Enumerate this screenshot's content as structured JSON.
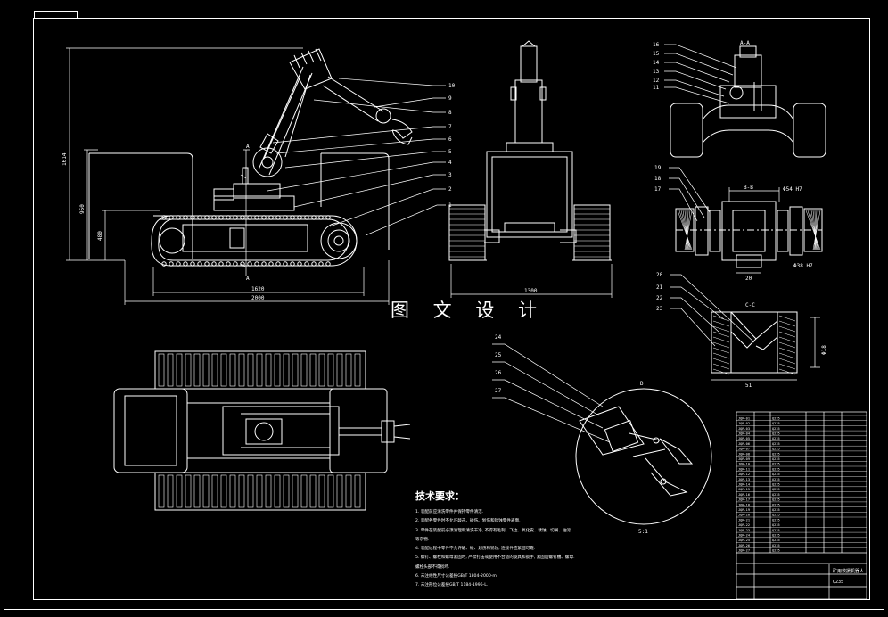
{
  "title_overlay": "图 文 设 计",
  "part_numbers": [
    "1",
    "2",
    "3",
    "4",
    "5",
    "6",
    "7",
    "8",
    "9",
    "10",
    "11",
    "12",
    "13",
    "14",
    "15",
    "16",
    "17",
    "18",
    "19",
    "20",
    "21",
    "22",
    "23",
    "24",
    "25",
    "26",
    "27"
  ],
  "section_labels": {
    "a": "A",
    "a_a": "A-A",
    "b_b": "B-B",
    "c_c": "C-C",
    "d": "D"
  },
  "dimensions": {
    "height_total": "1614",
    "height_mid": "950",
    "height_low": "480",
    "track_length": "1620",
    "overall_length": "2000",
    "track_width": "1300",
    "bb_a": "Φ54 H7",
    "bb_b": "20",
    "bb_c": "Φ38 H7",
    "cc_a": "Φ18",
    "cc_b": "51",
    "d_scale": "5:1"
  },
  "tech_notes": {
    "heading": "技术要求：",
    "lines": [
      "1. 装配前应清洗零件并保持零件清洁.",
      "2. 装配各零件时不允许敲击、碰伤、划伤和锈蚀零件表面.",
      "3. 零件在装配前必须清理和清洗干净, 不得有毛刺、飞边、氧化皮、锈蚀、切屑、油污.",
      "   等杂物.",
      "4. 装配过程中零件不允许磕、碰、划伤和锈蚀, 连接件应紧固可靠.",
      "5. 螺钉、螺栓和螺母紧固时, 严禁打击或使用不合适的旋具和扳手, 紧固后螺钉槽、螺母.",
      "   螺栓头部不得损坏.",
      "6. 未注线性尺寸公差按GB/T 1804-2000-m.",
      "7. 未注形位公差按GB/T 1184-1996-L."
    ]
  },
  "title_block": {
    "name": "矿用救援机器人",
    "bom_codes": [
      "JQR-01",
      "JQR-02",
      "JQR-03",
      "JQR-04",
      "JQR-05",
      "JQR-06",
      "JQR-07",
      "JQR-08",
      "JQR-09",
      "JQR-10",
      "JQR-11",
      "JQR-12",
      "JQR-13",
      "JQR-14",
      "JQR-15",
      "JQR-16",
      "JQR-17",
      "JQR-18",
      "JQR-19",
      "JQR-20",
      "JQR-21",
      "JQR-22",
      "JQR-23",
      "JQR-24",
      "JQR-25",
      "JQR-26",
      "JQR-27"
    ],
    "material": "Q235"
  },
  "colors": {
    "background": "#000000",
    "lines": "#ffffff"
  }
}
